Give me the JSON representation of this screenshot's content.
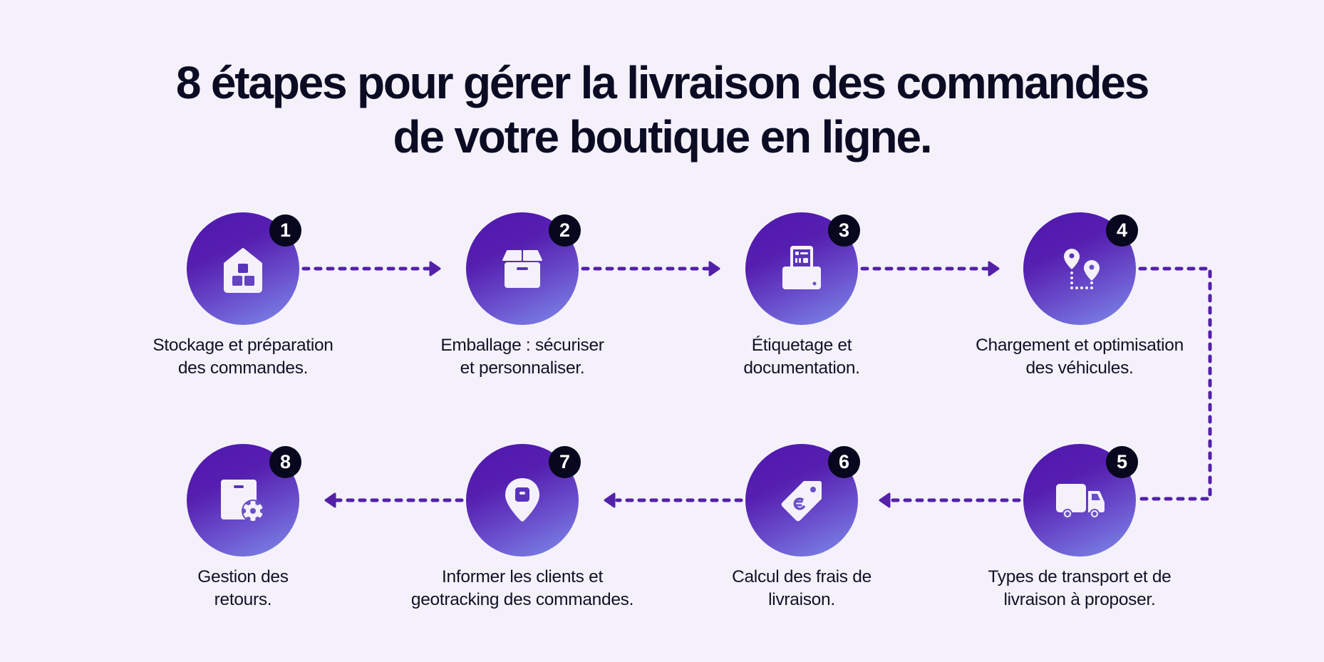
{
  "title": {
    "line1": "8 étapes pour gérer la livraison des commandes",
    "line2": "de votre boutique en ligne."
  },
  "colors": {
    "background": "#f4f1fb",
    "circle_top": "#4f18ad",
    "circle_bottom": "#7d8ceb",
    "badge": "#07081e",
    "connector": "#5420a8",
    "text": "#0b0c24"
  },
  "steps": [
    {
      "number": "1",
      "icon": "warehouse-icon",
      "label_line1": "Stockage et préparation",
      "label_line2": "des commandes."
    },
    {
      "number": "2",
      "icon": "package-box-icon",
      "label_line1": "Emballage : sécuriser",
      "label_line2": "et personnaliser."
    },
    {
      "number": "3",
      "icon": "label-printer-icon",
      "label_line1": "Étiquetage et",
      "label_line2": "documentation."
    },
    {
      "number": "4",
      "icon": "route-pins-icon",
      "label_line1": "Chargement et optimisation",
      "label_line2": "des véhicules."
    },
    {
      "number": "5",
      "icon": "delivery-truck-icon",
      "label_line1": "Types de transport et de",
      "label_line2": "livraison à proposer."
    },
    {
      "number": "6",
      "icon": "euro-price-tag-icon",
      "label_line1": "Calcul des frais de",
      "label_line2": "livraison."
    },
    {
      "number": "7",
      "icon": "location-pin-box-icon",
      "label_line1": "Informer les clients et",
      "label_line2": "geotracking des commandes."
    },
    {
      "number": "8",
      "icon": "box-settings-icon",
      "label_line1": "Gestion des",
      "label_line2": "retours."
    }
  ]
}
